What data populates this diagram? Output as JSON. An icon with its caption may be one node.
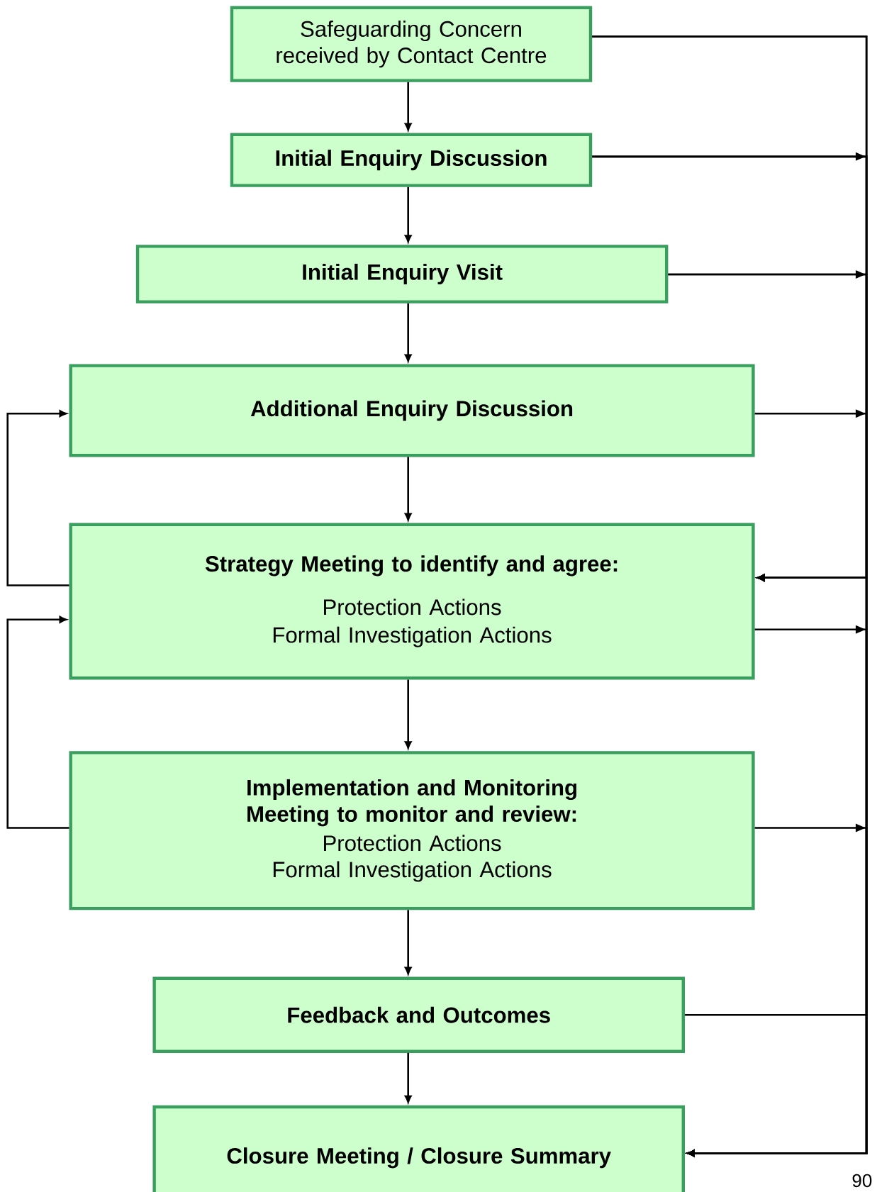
{
  "diagram": {
    "nodes": [
      {
        "text": [
          "Safeguarding Concern received by Contact Centre"
        ]
      },
      {
        "text": [
          "Initial Enquiry Discussion"
        ]
      },
      {
        "text": [
          "Initial Enquiry Visit"
        ]
      },
      {
        "text": [
          "Additional Enquiry Discussion"
        ]
      },
      {
        "text": [
          "Strategy Meeting to identify and agree:",
          "Protection Actions",
          "Formal Investigation Actions"
        ]
      },
      {
        "text": [
          "Implementation and Monitoring Meeting to monitor and review:",
          "Protection Actions",
          "Formal Investigation Actions"
        ]
      },
      {
        "text": [
          "Feedback and Outcomes"
        ]
      },
      {
        "text": [
          "Closure Meeting / Closure Summary"
        ]
      }
    ],
    "edges": [
      {
        "from": 0,
        "to": 1,
        "arrow": "to"
      },
      {
        "from": 1,
        "to": 2,
        "arrow": "to"
      },
      {
        "from": 2,
        "to": 3,
        "arrow": "to"
      },
      {
        "from": 3,
        "to": 4,
        "arrow": "to"
      },
      {
        "from": 4,
        "to": 5,
        "arrow": "to"
      },
      {
        "from": 5,
        "to": 6,
        "arrow": "to"
      },
      {
        "from": 6,
        "to": 7,
        "arrow": "to"
      },
      {
        "from": 4,
        "to": 3,
        "arrow": "to"
      },
      {
        "from": 5,
        "to": 4,
        "arrow": "to"
      },
      {
        "from": 0,
        "to": 7,
        "arrow": "to"
      },
      {
        "from": 1,
        "to": 7,
        "arrow": "to"
      },
      {
        "from": 2,
        "to": 7,
        "arrow": "to"
      },
      {
        "from": 3,
        "to": 7,
        "arrow": "to"
      },
      {
        "from": 4,
        "to": 7,
        "arrow": "to"
      },
      {
        "from": 5,
        "to": 7,
        "arrow": "to"
      },
      {
        "from": 0,
        "to": 4,
        "arrow": "to"
      },
      {
        "from": 1,
        "to": 4,
        "arrow": "to"
      },
      {
        "from": 2,
        "to": 4,
        "arrow": "to"
      },
      {
        "from": 6,
        "to": 4,
        "arrow": "to"
      }
    ],
    "labels": [
      "90"
    ]
  }
}
